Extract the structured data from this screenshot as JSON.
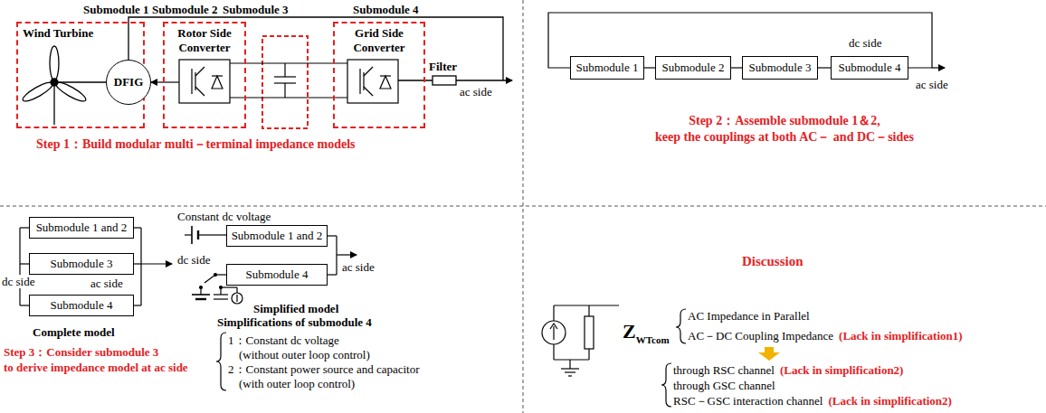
{
  "diagram": {
    "nodes": [
      {
        "text": [
          "Wind Turbine"
        ]
      },
      {
        "text": [
          "DFIG"
        ],
        "in": 0
      },
      {
        "text": [
          "Rotor Side Converter"
        ]
      },
      {
        "text": [
          "Grid Side Converter"
        ]
      },
      {
        "text": [
          "Submodule 1"
        ]
      },
      {
        "text": [
          "Submodule 2"
        ]
      },
      {
        "text": [
          "Submodule 3"
        ]
      },
      {
        "text": [
          "Submodule 4"
        ]
      },
      {
        "text": [
          "Submodule 1 and 2"
        ]
      },
      {
        "text": [
          "Submodule 3"
        ]
      },
      {
        "text": [
          "Submodule 4"
        ]
      },
      {
        "text": [
          "Submodule 1 and 2"
        ]
      },
      {
        "text": [
          "Submodule 4"
        ]
      }
    ],
    "edges": [
      {
        "from": 2,
        "to": 1,
        "arrow": "to"
      },
      {
        "from": 4,
        "to": 5,
        "arrow": "none"
      },
      {
        "from": 5,
        "to": 6,
        "arrow": "none"
      },
      {
        "from": 6,
        "to": 7,
        "arrow": "none"
      },
      {
        "from": 7,
        "to": 4,
        "arrow": "none"
      }
    ],
    "labels": [
      "Submodule 1",
      "Submodule 2",
      "Submodule 3",
      "Submodule 4",
      "Filter",
      "ac side",
      "Step 1：Build modular multi－terminal impedance models",
      "dc side",
      "ac side",
      "Step 2：Assemble submodule 1＆2,",
      "keep the couplings at both AC－ and DC－sides",
      "dc side",
      "ac side",
      "Complete model",
      "Constant dc voltage",
      "dc side",
      "ac side",
      "Simplified model",
      "Simplifications of submodule 4",
      "Step 3：Consider submodule 3",
      "to derive impedance model at ac side",
      "1：Constant dc voltage",
      "(without outer loop control)",
      "2：Constant power source and capacitor",
      "(with outer loop control)",
      "Discussion",
      "Z",
      "WTcom",
      "AC Impedance in Parallel",
      "AC－DC Coupling Impedance",
      "(Lack in simplification1)",
      "through RSC channel",
      "(Lack in simplification2)",
      "through GSC channel",
      "RSC－GSC interaction channel",
      "(Lack in simplification2)"
    ]
  }
}
